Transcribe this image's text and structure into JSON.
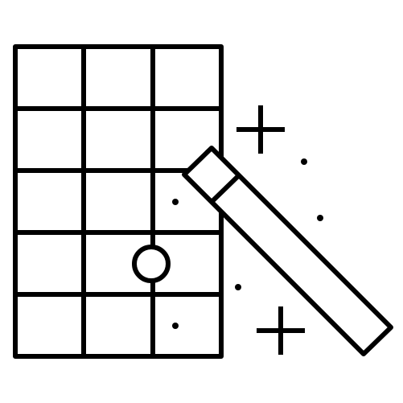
{
  "icon": {
    "name": "magic-wand-grid-icon",
    "parts": [
      "grid",
      "highlight-circle",
      "magic-wand",
      "sparkle-plus",
      "sparkle-dots"
    ]
  },
  "colors": {
    "stroke": "#000000",
    "background": "#ffffff",
    "wand_fill": "#ffffff"
  }
}
